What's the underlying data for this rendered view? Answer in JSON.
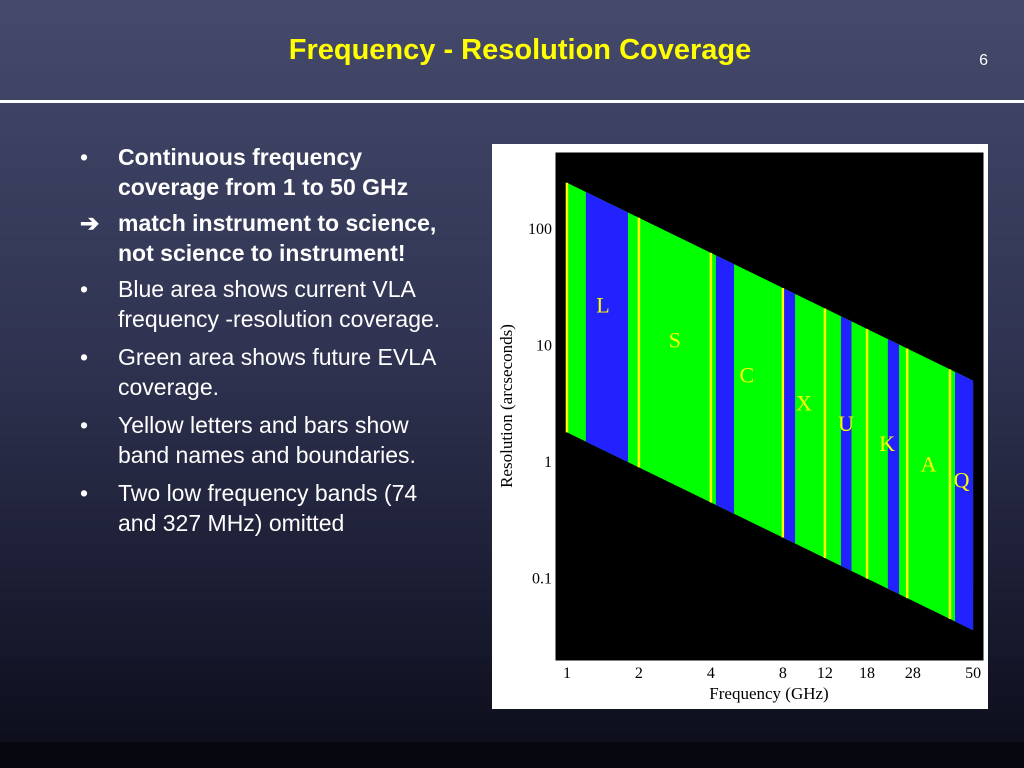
{
  "slide": {
    "title": "Frequency - Resolution Coverage",
    "number": "6"
  },
  "bullets": [
    {
      "marker": "•",
      "text": "Continuous frequency coverage from 1 to 50 GHz",
      "bold": true
    },
    {
      "marker": "➔",
      "text": "match instrument to science, not science to instrument!",
      "bold": true
    },
    {
      "marker": "•",
      "text": "Blue area shows current VLA frequency -resolution coverage.",
      "bold": false
    },
    {
      "marker": "•",
      "text": "Green area shows future EVLA coverage.",
      "bold": false
    },
    {
      "marker": "•",
      "text": "Yellow letters and bars show band names and boundaries.",
      "bold": false
    },
    {
      "marker": "•",
      "text": "Two low frequency bands (74 and 327 MHz) omitted",
      "bold": false
    }
  ],
  "chart_data": {
    "type": "area",
    "xlabel": "Frequency (GHz)",
    "ylabel": "Resolution (arcseconds)",
    "x_scale": "log",
    "y_scale": "log",
    "xlim": [
      0.9,
      55
    ],
    "ylim": [
      0.02,
      450
    ],
    "x_ticks": [
      1,
      2,
      4,
      8,
      12,
      18,
      28,
      50
    ],
    "y_ticks": [
      {
        "value": 100,
        "label": "100"
      },
      {
        "value": 10,
        "label": "10"
      },
      {
        "value": 1,
        "label": "1"
      },
      {
        "value": 0.1,
        "label": "0.1"
      }
    ],
    "coverage_envelope": {
      "upper": [
        [
          1.0,
          250
        ],
        [
          50,
          5
        ]
      ],
      "lower": [
        [
          1.0,
          1.8
        ],
        [
          50,
          0.036
        ]
      ]
    },
    "series": [
      {
        "name": "EVLA coverage",
        "color": "#00ff00",
        "x_range": [
          1.0,
          50
        ]
      },
      {
        "name": "VLA coverage",
        "color": "#2222ff",
        "ranges": [
          [
            1.2,
            1.8
          ],
          [
            4.2,
            5.0
          ],
          [
            7.9,
            9.0
          ],
          [
            14.0,
            15.5
          ],
          [
            22.0,
            24.5
          ],
          [
            42.0,
            50
          ]
        ]
      }
    ],
    "band_boundaries": {
      "color": "#ffff00",
      "values": [
        1.0,
        2.0,
        4.0,
        8.0,
        12.0,
        18.0,
        26.5,
        40.0
      ]
    },
    "bands": [
      {
        "label": "L",
        "range": [
          1,
          2
        ]
      },
      {
        "label": "S",
        "range": [
          2,
          4
        ]
      },
      {
        "label": "C",
        "range": [
          4,
          8
        ]
      },
      {
        "label": "X",
        "range": [
          8,
          12
        ]
      },
      {
        "label": "U",
        "range": [
          12,
          18
        ]
      },
      {
        "label": "K",
        "range": [
          18,
          26.5
        ]
      },
      {
        "label": "A",
        "range": [
          26.5,
          40
        ]
      },
      {
        "label": "Q",
        "range": [
          40,
          50
        ]
      }
    ],
    "grid": false,
    "background": "#000000"
  }
}
